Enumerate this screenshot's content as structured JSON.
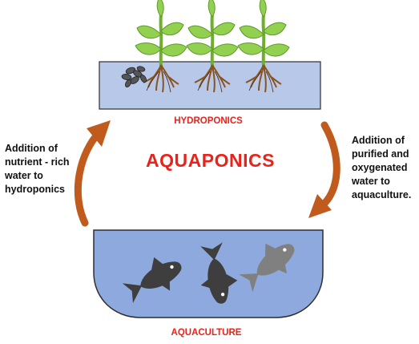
{
  "diagram": {
    "title": "AQUAPONICS",
    "hydroponics_label": "HYDROPONICS",
    "aquaculture_label": "AQUACULTURE",
    "left_note": "Addition of nutrient - rich water to hydroponics",
    "right_note": "Addition of purified and oxygenated water to aquaculture.",
    "plant_count": 3,
    "fish_count": 3,
    "colors": {
      "title_red": "#e8231b",
      "tank_fill": "#b7c8e8",
      "water_fill": "#8ea9dd",
      "arrow": "#c15b1d",
      "leaf": "#92d050",
      "fish_dark": "#3e3e3e",
      "fish_light": "#808080",
      "roots": "#8a5321"
    }
  }
}
